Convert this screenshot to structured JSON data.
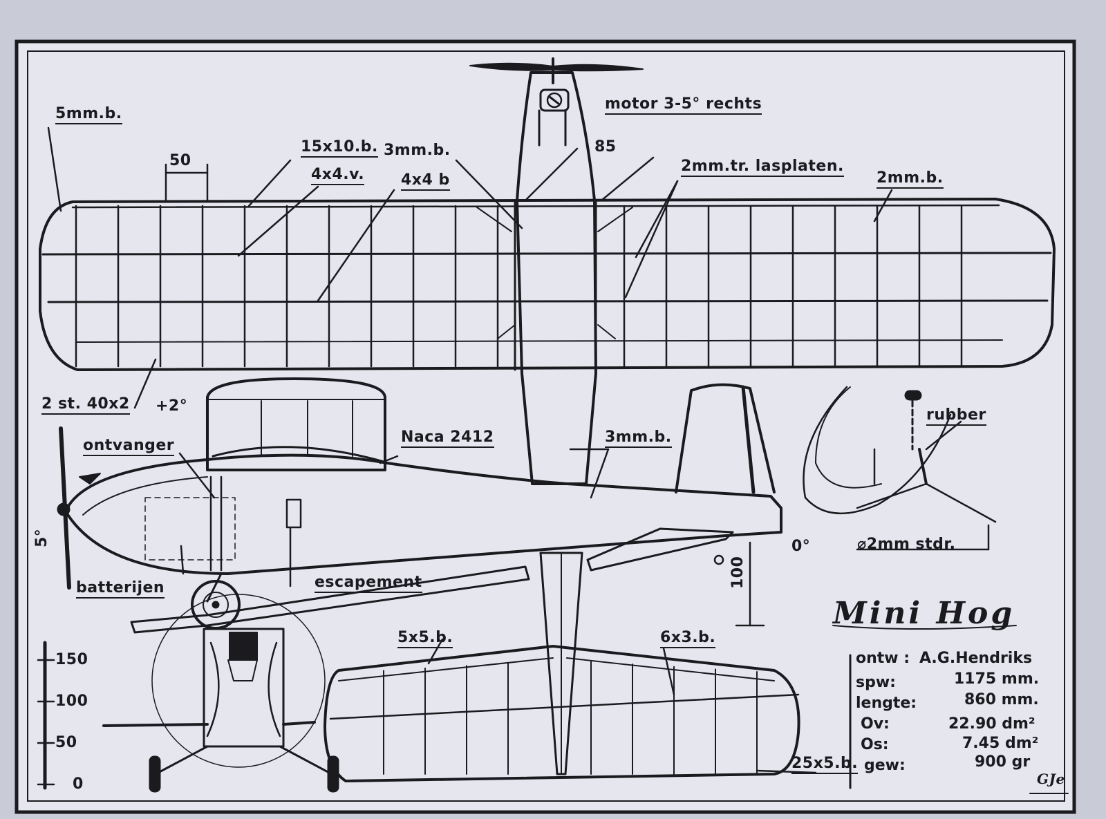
{
  "labels": {
    "wing_tip_balsa": "5mm.b.",
    "rib_spacing": "50",
    "spar_main": "15x10.b.",
    "spar_front": "4x4.v.",
    "spar_rear": "4x4 b",
    "center_sheet": "3mm.b.",
    "dihedral_offset": "85",
    "motor_thrust": "motor 3-5° rechts",
    "gussets": "2mm.tr. lasplaten.",
    "trailing_sheet": "2mm.b.",
    "trailing_strips": "2 st. 40x2",
    "incidence_wing": "+2°",
    "receiver": "ontvanger",
    "airfoil": "Naca 2412",
    "fin_sheet": "3mm.b.",
    "rubber": "rubber",
    "downthrust": "5°",
    "batteries": "batterijen",
    "escapement": "escapement",
    "incidence_tail": "0°",
    "gear_height": "100",
    "wire": "⌀2mm stdr.",
    "stab_le": "5x5.b.",
    "stab_spar": "6x3.b.",
    "stab_te": "25x5.b.",
    "signature": "GJe"
  },
  "scale": {
    "ticks": [
      "150",
      "100",
      "50",
      "0"
    ]
  },
  "title": "Mini Hog",
  "specs": [
    {
      "key": "ontw :",
      "value": "A.G.Hendriks"
    },
    {
      "key": "spw:",
      "value": "1175 mm."
    },
    {
      "key": "lengte:",
      "value": "860 mm."
    },
    {
      "key": "Ov:",
      "value": "22.90 dm²"
    },
    {
      "key": "Os:",
      "value": "7.45 dm²"
    },
    {
      "key": "gew:",
      "value": "900 gr"
    }
  ],
  "colors": {
    "paper": "#e6e7ee",
    "ink": "#1a1a1f",
    "margin": "#c9cbd6"
  }
}
